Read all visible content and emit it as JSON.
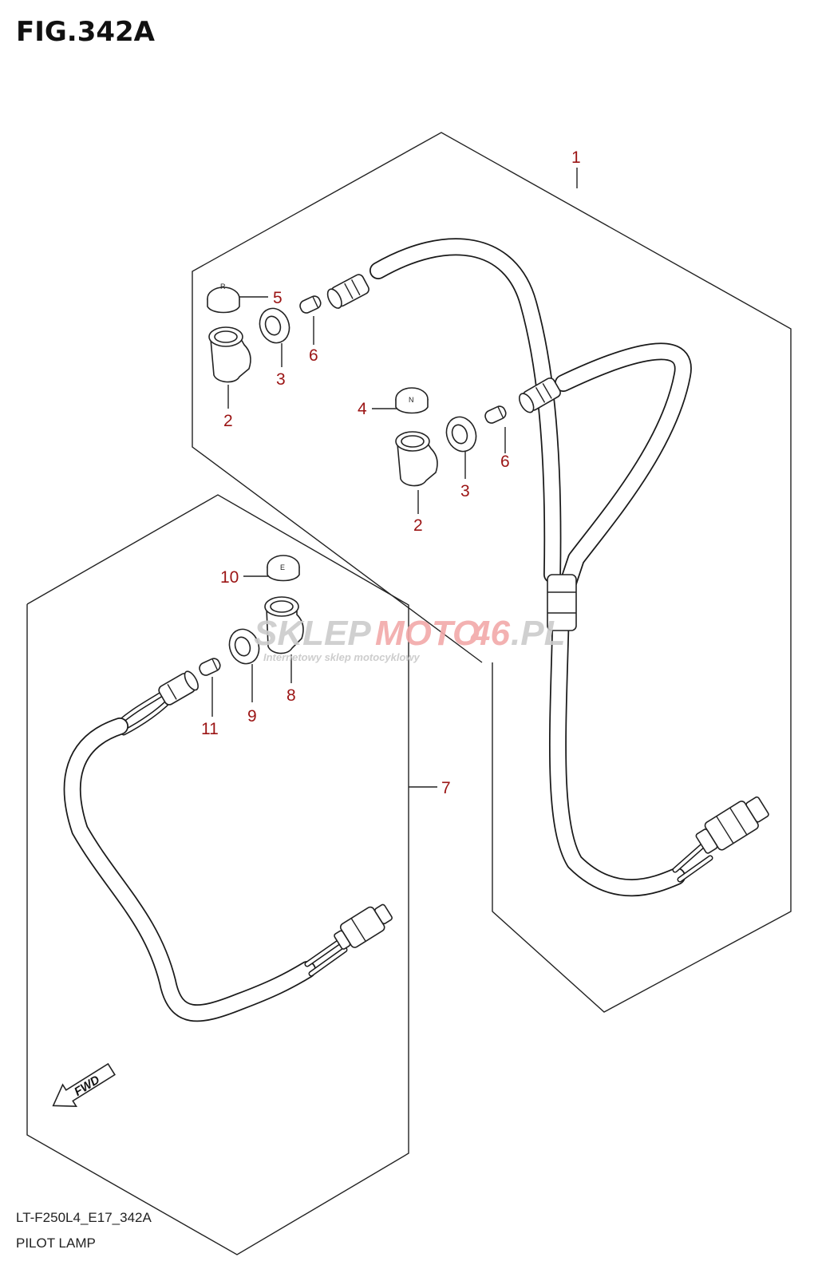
{
  "figure": {
    "title": "FIG.342A",
    "code": "LT-F250L4_E17_342A",
    "name": "PILOT LAMP"
  },
  "parts": [
    {
      "id": "1",
      "label": "1"
    },
    {
      "id": "2a",
      "label": "2"
    },
    {
      "id": "2b",
      "label": "2"
    },
    {
      "id": "3a",
      "label": "3"
    },
    {
      "id": "3b",
      "label": "3"
    },
    {
      "id": "4",
      "label": "4"
    },
    {
      "id": "5",
      "label": "5"
    },
    {
      "id": "6a",
      "label": "6"
    },
    {
      "id": "6b",
      "label": "6"
    },
    {
      "id": "7",
      "label": "7"
    },
    {
      "id": "8",
      "label": "8"
    },
    {
      "id": "9",
      "label": "9"
    },
    {
      "id": "10",
      "label": "10"
    },
    {
      "id": "11",
      "label": "11"
    }
  ],
  "watermark": {
    "brand_left": "SKLEP",
    "brand_mid": "MOTO",
    "brand_num": "46",
    "brand_tld": ".PL",
    "tagline": "Internetowy sklep motocyklowy"
  },
  "fwd_arrow": {
    "label": "FWD"
  },
  "colors": {
    "label": "#9b1414",
    "line": "#222222",
    "watermark_grey": "#c8c8c8",
    "watermark_red": "#f2a9a9"
  }
}
